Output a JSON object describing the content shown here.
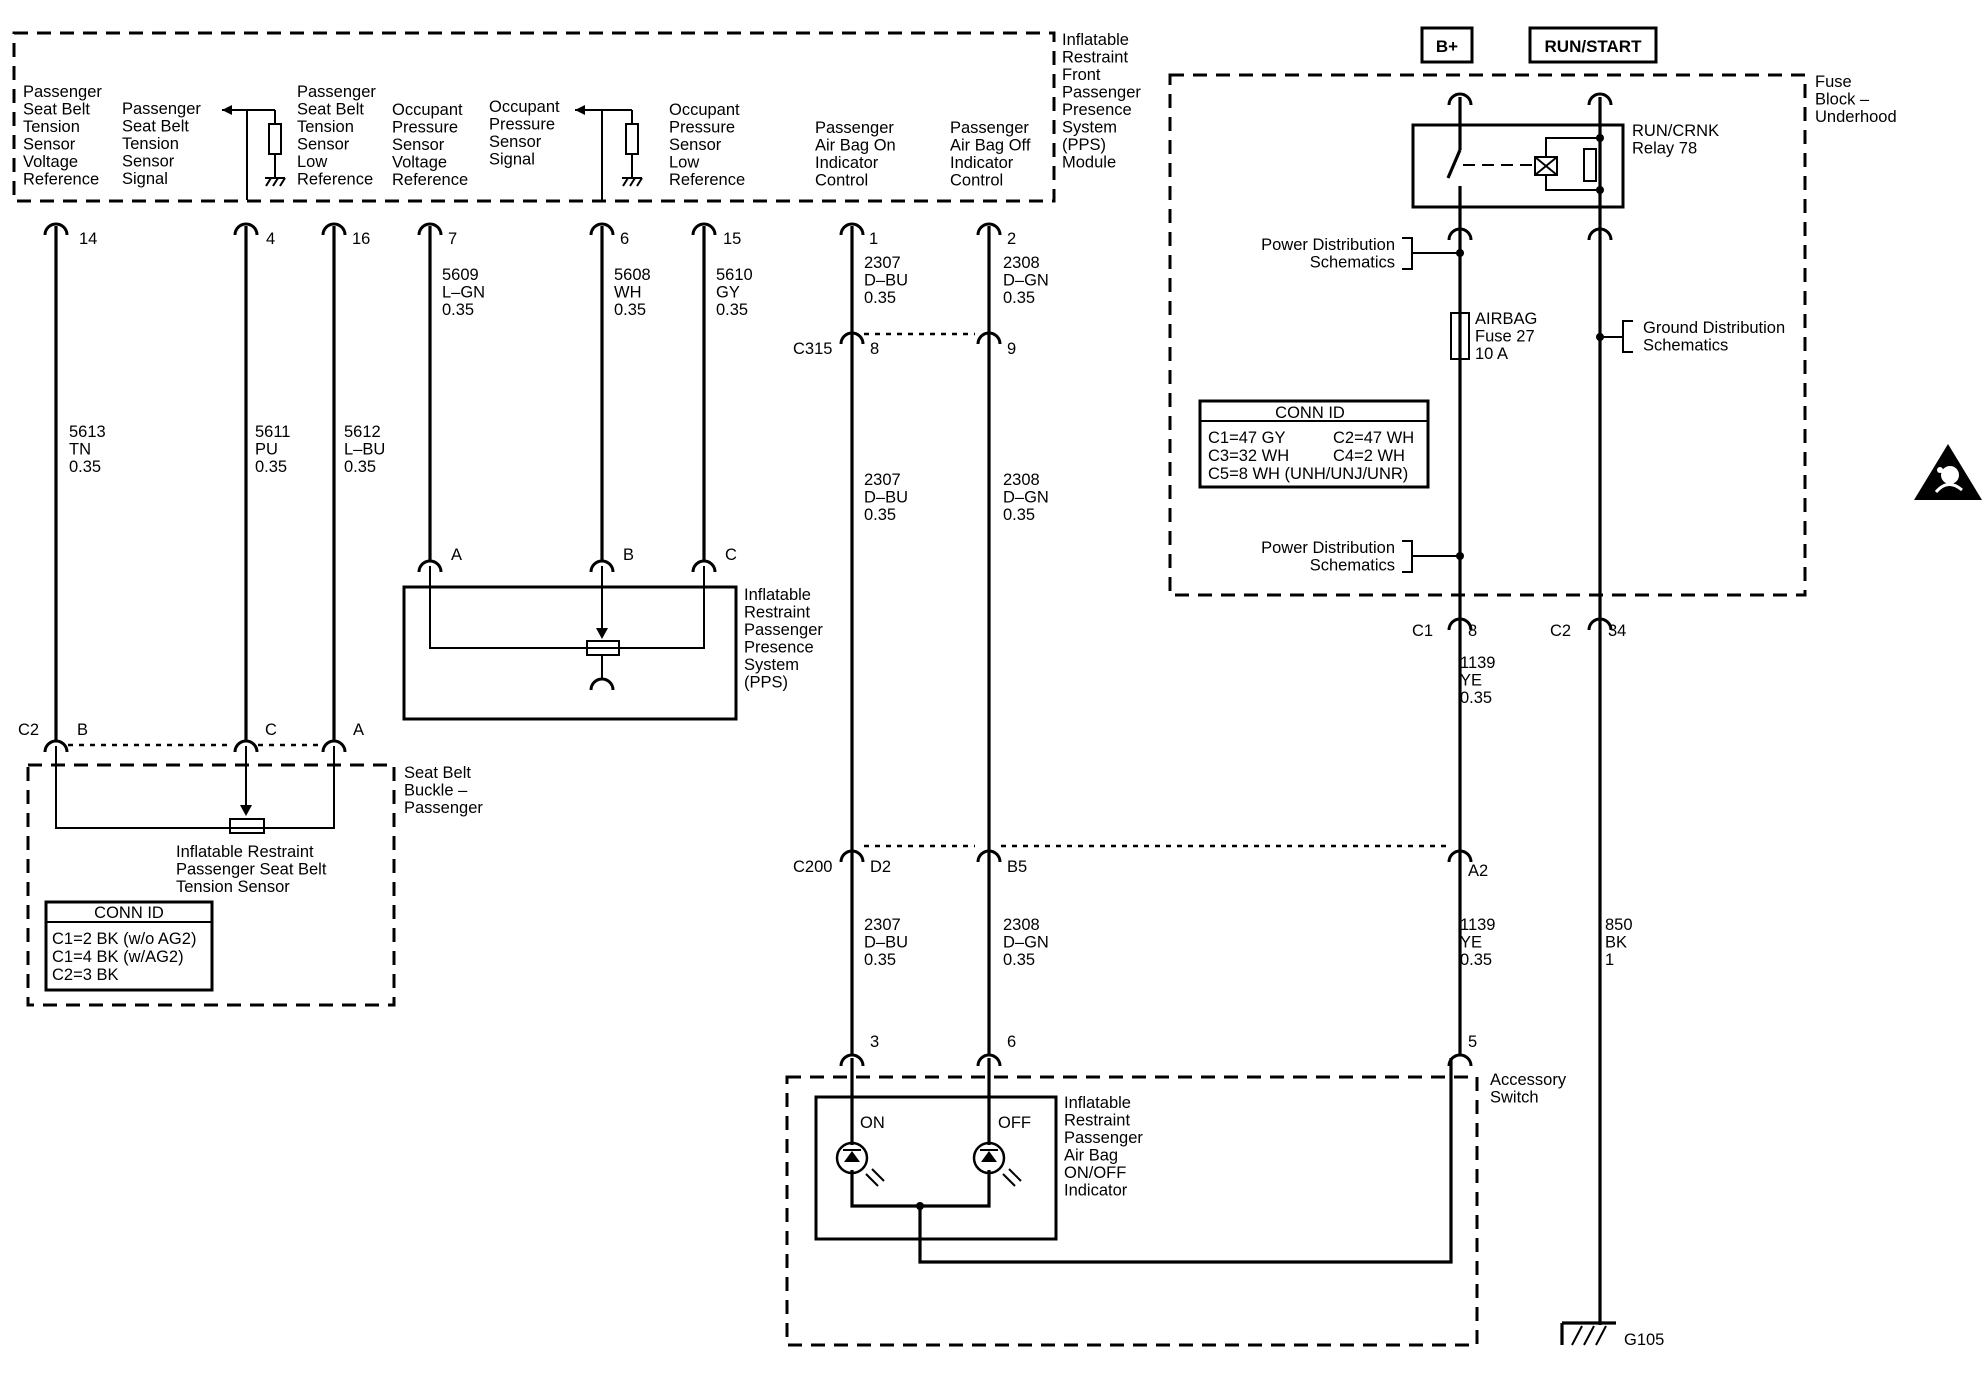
{
  "power": {
    "bplus": "B+",
    "runstart": "RUN/START"
  },
  "pps_module": {
    "name": "Inflatable\nRestraint\nFront\nPassenger\nPresence\nSystem\n(PPS)\nModule",
    "labels": [
      {
        "text": "Passenger\nSeat Belt\nTension\nSensor\nVoltage\nReference",
        "pin": "14"
      },
      {
        "text": "Passenger\nSeat Belt\nTension\nSensor\nSignal",
        "pin": "4"
      },
      {
        "text": "Passenger\nSeat Belt\nTension\nSensor\nLow\nReference",
        "pin": "16"
      },
      {
        "text": "Occupant\nPressure\nSensor\nVoltage\nReference",
        "pin": "7"
      },
      {
        "text": "Occupant\nPressure\nSensor\nSignal",
        "pin": "6"
      },
      {
        "text": "Occupant\nPressure\nSensor\nLow\nReference",
        "pin": "15"
      },
      {
        "text": "Passenger\nAir Bag On\nIndicator\nControl",
        "pin": "1"
      },
      {
        "text": "Passenger\nAir Bag Off\nIndicator\nControl",
        "pin": "2"
      }
    ]
  },
  "wires": {
    "w5613": "5613\nTN\n0.35",
    "w5611": "5611\nPU\n0.35",
    "w5612": "5612\nL–BU\n0.35",
    "w5609": "5609\nL–GN\n0.35",
    "w5608": "5608\nWH\n0.35",
    "w5610": "5610\nGY\n0.35",
    "w2307": "2307\nD–BU\n0.35",
    "w2308": "2308\nD–GN\n0.35",
    "w1139": "1139\nYE\n0.35",
    "w850": "850\nBK\n1"
  },
  "pps_sensor": {
    "name": "Inflatable\nRestraint\nPassenger\nPresence\nSystem\n(PPS)",
    "pins": [
      "A",
      "B",
      "C"
    ]
  },
  "seat_belt": {
    "name": "Seat Belt\nBuckle –\nPassenger",
    "sensor": "Inflatable Restraint\nPassenger Seat Belt\nTension Sensor",
    "connector": "C2",
    "pins": [
      "B",
      "C",
      "A"
    ],
    "conn_id_title": "CONN ID",
    "conn_id": [
      "C1=2 BK (w/o AG2)",
      "C1=4 BK (w/AG2)",
      "C2=3 BK"
    ]
  },
  "connectors": {
    "c315": "C315",
    "c315_pins": [
      "8",
      "9"
    ],
    "c200": "C200",
    "c200_pins": [
      "D2",
      "B5",
      "A2"
    ],
    "c1": "C1",
    "c1_pin": "8",
    "c2": "C2",
    "c2_pin": "34"
  },
  "fuse_block": {
    "name": "Fuse\nBlock –\nUnderhood",
    "relay": "RUN/CRNK\nRelay 78",
    "pd_schematics": "Power Distribution\nSchematics",
    "gd_schematics": "Ground Distribution\nSchematics",
    "fuse": "AIRBAG\nFuse 27\n10 A",
    "conn_id_title": "CONN ID",
    "conn_id": [
      [
        "C1=47 GY",
        "C2=47 WH"
      ],
      [
        "C3=32 WH",
        "C4=2 WH"
      ],
      [
        "C5=8 WH (UNH/UNJ/UNR)"
      ]
    ]
  },
  "accessory_switch": {
    "name": "Accessory\nSwitch",
    "indicator": "Inflatable\nRestraint\nPassenger\nAir Bag\nON/OFF\nIndicator",
    "on": "ON",
    "off": "OFF",
    "pins": [
      "3",
      "6",
      "5"
    ]
  },
  "ground": "G105"
}
